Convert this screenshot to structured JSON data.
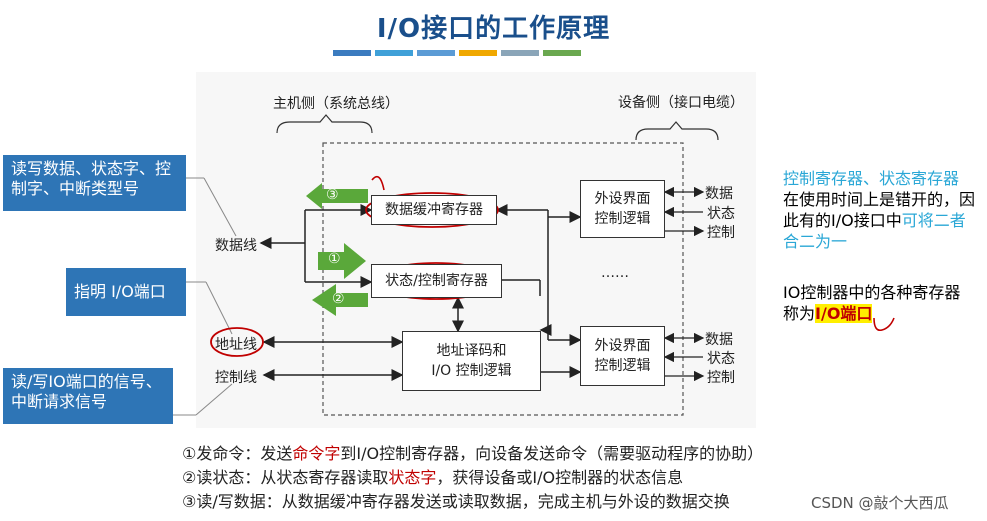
{
  "title": "I/O接口的工作原理",
  "stripe_colors": [
    "#3b7bbf",
    "#3fa0d8",
    "#5b9bd5",
    "#f0a800",
    "#8aa5b8",
    "#6aa84f"
  ],
  "callouts": {
    "c1": "读写数据、状态字、控制字、中断类型号",
    "c2": "指明 I/O端口",
    "c3": "读/写IO端口的信号、中断请求信号"
  },
  "diagram": {
    "host_side": "主机侧（系统总线）",
    "device_side": "设备侧（接口电缆）",
    "data_line": "数据线",
    "addr_line": "地址线",
    "ctrl_line": "控制线",
    "buffer_reg": "数据缓冲寄存器",
    "status_reg": "状态/控制寄存器",
    "decode_l1": "地址译码和",
    "decode_l2": "I/O 控制逻辑",
    "dev1_l1": "外设界面",
    "dev1_l2": "控制逻辑",
    "dev2_l1": "外设界面",
    "dev2_l2": "控制逻辑",
    "dots": "……",
    "r1_data": "数据",
    "r1_status": "状态",
    "r1_ctrl": "控制",
    "r2_data": "数据",
    "r2_status": "状态",
    "r2_ctrl": "控制",
    "n1": "①",
    "n2": "②",
    "n3": "③"
  },
  "side_notes": {
    "p1_a": "控制寄存器、状态寄存器",
    "p1_b": "在使用时间上是错开的，因此有的I/O接口中",
    "p1_c": "可将二者合二为一",
    "p2_a": "IO控制器中的各种寄存器称为",
    "p2_b": "I/O端口"
  },
  "bottom": {
    "l1_a": "①发命令：发送",
    "l1_b": "命令字",
    "l1_c": "到I/O控制寄存器，向设备发送命令（需要驱动程序的协助）",
    "l2_a": "②读状态：从状态寄存器读取",
    "l2_b": "状态字",
    "l2_c": "，获得设备或I/O控制器的状态信息",
    "l3": "③读/写数据：从数据缓冲寄存器发送或读取数据，完成主机与外设的数据交换"
  },
  "watermark": "CSDN @敲个大西瓜",
  "colors": {
    "title": "#1a4f8b",
    "callout": "#2e75b6",
    "arrow_green": "#5aa83a",
    "annot_red": "#c00000",
    "highlight": "#ffef00"
  }
}
